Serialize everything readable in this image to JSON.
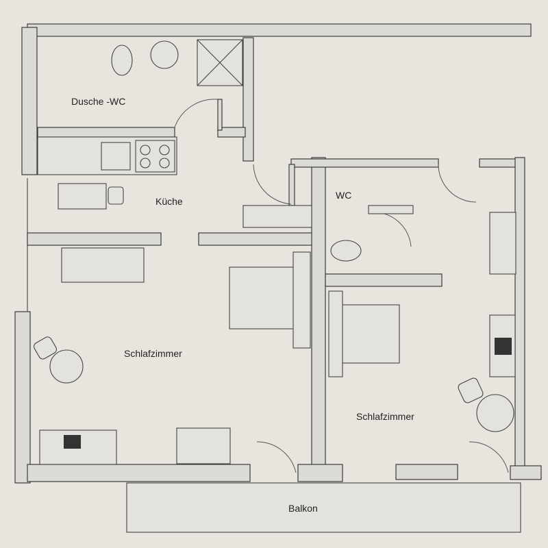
{
  "rooms": {
    "bathroom": "Dusche -WC",
    "kitchen": "Küche",
    "wc": "WC",
    "bedroom_left": "Schlafzimmer",
    "bedroom_right": "Schlafzimmer",
    "balcony": "Balkon"
  },
  "colors": {
    "paper": "#e8e5df",
    "wall": "#dcdad6",
    "line": "#3a3a3a"
  }
}
